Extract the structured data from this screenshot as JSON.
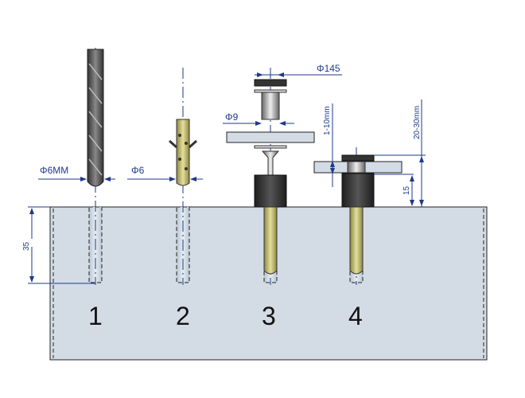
{
  "dimensions": {
    "drill_diameter": "Φ6MM",
    "plug_diameter": "Φ6",
    "washer_hole_diameter": "Φ9",
    "cap_diameter": "Φ145",
    "panel_thickness": "1-10mm",
    "total_height": "20-30mm",
    "sleeve_height": "15",
    "hole_depth": "35"
  },
  "steps": [
    "1",
    "2",
    "3",
    "4"
  ],
  "colors": {
    "block": "#d3dce5",
    "dimension": "#1d3a8a",
    "plug": "#c9c27a",
    "sleeve": "#2e2e2e"
  }
}
